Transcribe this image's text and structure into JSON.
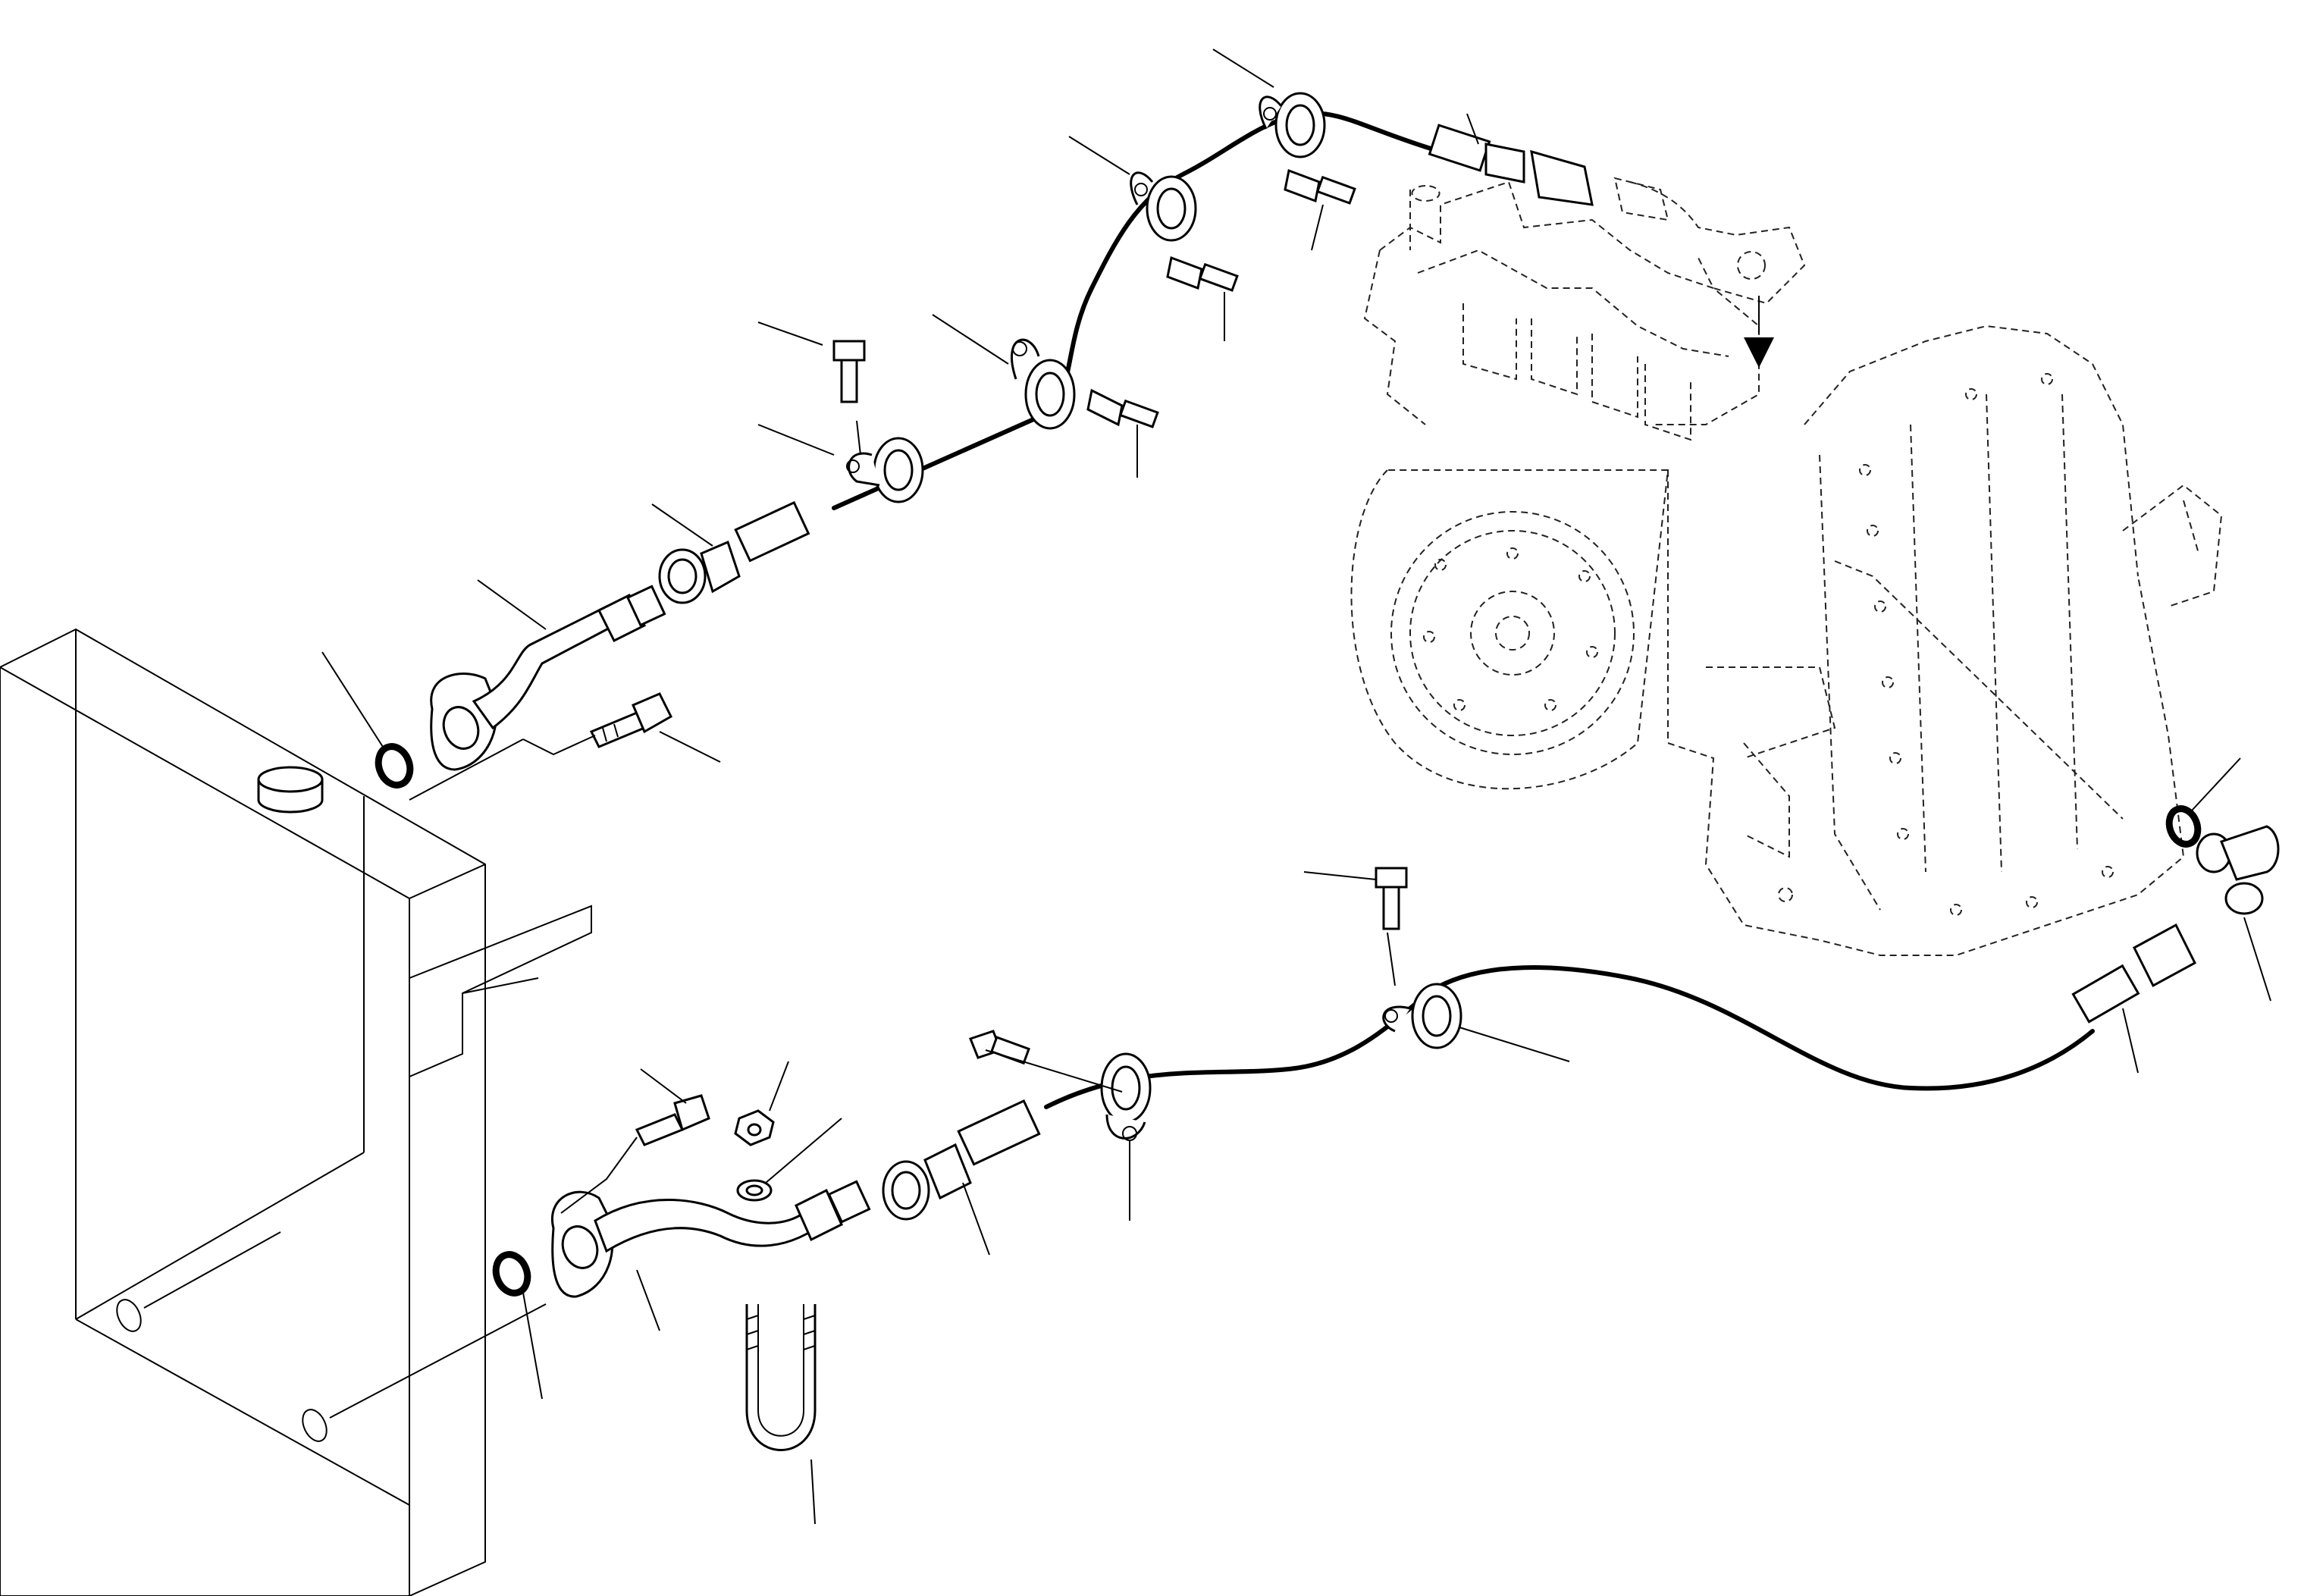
{
  "diagram": {
    "type": "exploded-parts-view",
    "callout_labels": [],
    "parts": [
      {
        "name": "oil-cooler-radiator"
      },
      {
        "name": "transmission-assembly"
      },
      {
        "name": "upper-oil-pipe"
      },
      {
        "name": "lower-oil-pipe"
      },
      {
        "name": "upper-hose"
      },
      {
        "name": "lower-hose"
      },
      {
        "name": "hose-clamps"
      },
      {
        "name": "flange-bolts"
      },
      {
        "name": "o-rings"
      },
      {
        "name": "u-bolt"
      },
      {
        "name": "nut-and-washer"
      },
      {
        "name": "elbow-fitting"
      }
    ],
    "direction_marker": "arrow-down"
  }
}
